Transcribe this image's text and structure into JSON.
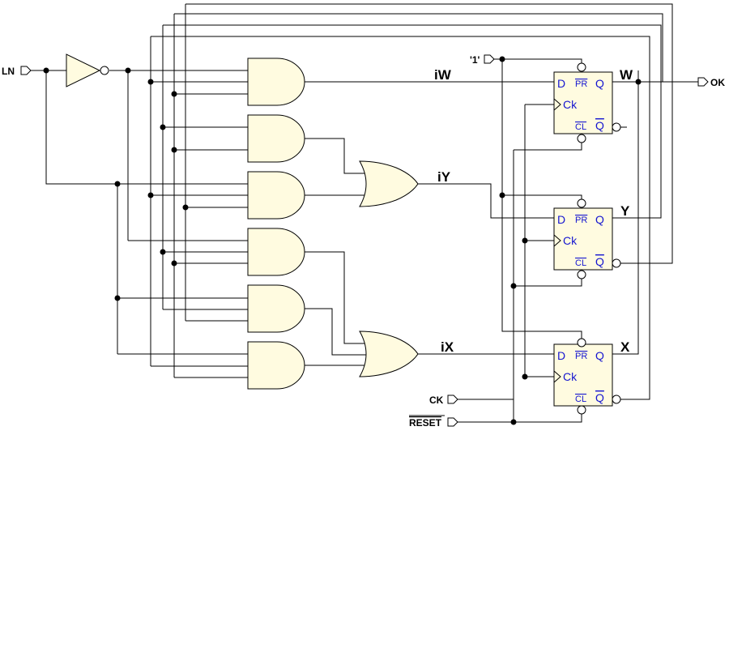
{
  "inputs": {
    "ln": "LN",
    "one": "'1'",
    "ck": "CK",
    "reset": "RESET"
  },
  "outputs": {
    "ok": "OK"
  },
  "signals": {
    "iw": "iW",
    "iy": "iY",
    "ix": "iX",
    "w": "W",
    "y": "Y",
    "x": "X"
  },
  "flipflop_pins": {
    "d": "D",
    "pr": "PR",
    "q": "Q",
    "ck": "Ck",
    "cl": "CL",
    "qbar": "Q"
  },
  "colors": {
    "gate_fill": "#fffbe0",
    "wire": "#000000",
    "flipflop_text": "#1515d0"
  }
}
